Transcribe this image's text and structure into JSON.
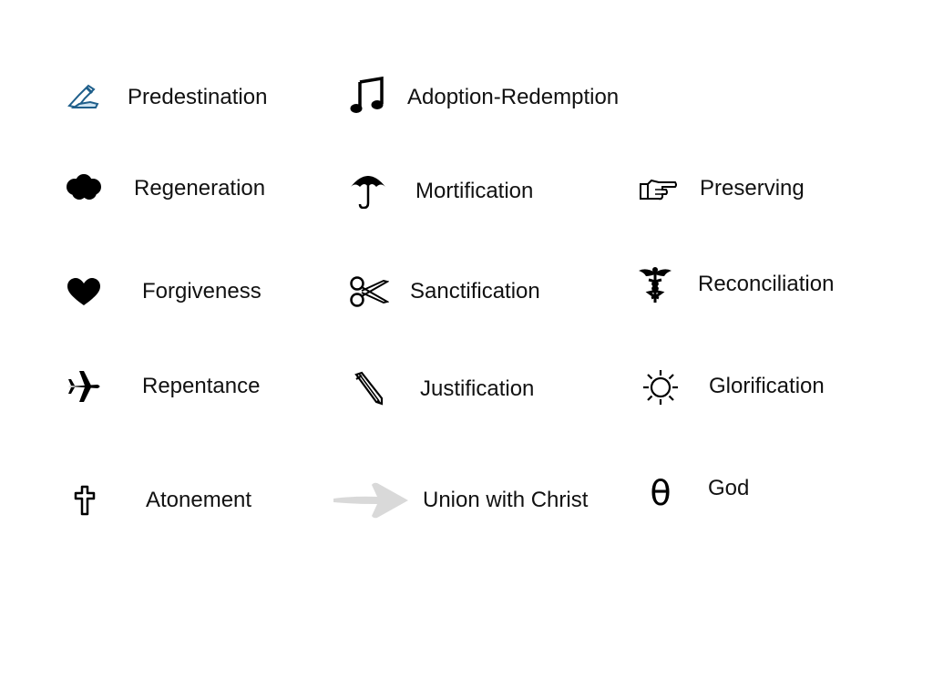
{
  "terms": [
    {
      "label": "Predestination",
      "icon": "writing-hand-icon"
    },
    {
      "label": "Adoption-Redemption",
      "icon": "music-notes-icon"
    },
    {
      "label": "Regeneration",
      "icon": "cloud-icon"
    },
    {
      "label": "Mortification",
      "icon": "umbrella-icon"
    },
    {
      "label": "Preserving",
      "icon": "pointing-hand-icon"
    },
    {
      "label": "Forgiveness",
      "icon": "heart-icon"
    },
    {
      "label": "Sanctification",
      "icon": "scissors-icon"
    },
    {
      "label": "Reconciliation",
      "icon": "caduceus-icon"
    },
    {
      "label": "Repentance",
      "icon": "airplane-icon"
    },
    {
      "label": "Justification",
      "icon": "pencil-icon"
    },
    {
      "label": "Glorification",
      "icon": "sun-icon"
    },
    {
      "label": "Atonement",
      "icon": "cross-icon"
    },
    {
      "label": "Union with Christ",
      "icon": "arrow-icon"
    },
    {
      "label": "God",
      "icon": "theta-icon"
    }
  ],
  "theta_glyph": "θ",
  "colors": {
    "text": "#111111",
    "accent": "#1f5f8b",
    "arrow": "#d9d9d9"
  }
}
